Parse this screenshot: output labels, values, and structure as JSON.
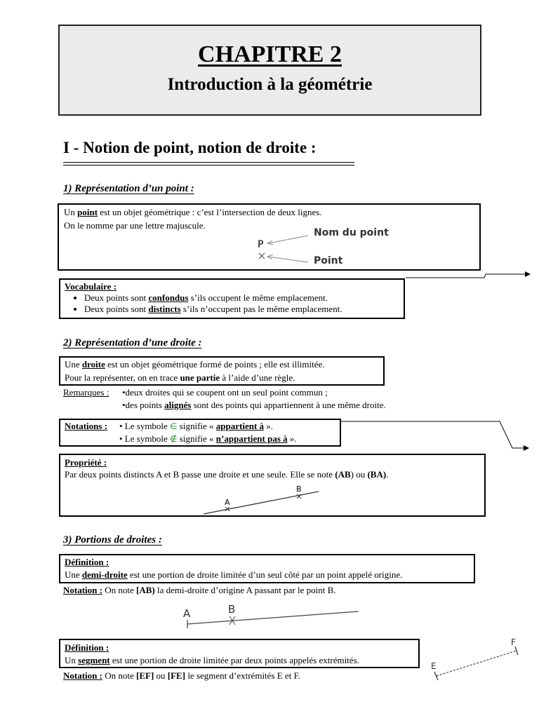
{
  "chapter": {
    "title": "CHAPITRE 2",
    "subtitle": "Introduction à la géométrie"
  },
  "section1": {
    "heading": "I - Notion de point, notion de droite :"
  },
  "sub1": {
    "heading": "1) Représentation d’un point :",
    "text1_a": "Un ",
    "text1_b": "point",
    "text1_c": " est un objet géométrique : c’est l’intersection de deux lignes.",
    "text2": "On le nomme par une lettre majuscule.",
    "fig_point_letter": "P",
    "fig_label_name": "Nom du point",
    "fig_label_point": "Point"
  },
  "vocab": {
    "title": "Vocabulaire :",
    "item1_a": "Deux points sont ",
    "item1_b": "confondus",
    "item1_c": " s’ils occupent le même emplacement.",
    "item2_a": "Deux points sont ",
    "item2_b": "distincts",
    "item2_c": " s’ils n’occupent pas le même emplacement."
  },
  "sub2": {
    "heading": "2) Représentation d’une droite :",
    "text1_a": "Une ",
    "text1_b": "droite",
    "text1_c": " est un objet géométrique formé de points ; elle est illimitée.",
    "text2_a": "Pour la représenter, on en trace ",
    "text2_b": "une partie",
    "text2_c": " à l’aide d’une règle."
  },
  "remarks": {
    "label": "Remarques :",
    "r1": "•deux droites qui se coupent ont un seul point commun ;",
    "r2_a": "•des points ",
    "r2_b": "alignés",
    "r2_c": " sont des points qui appartiennent à une même droite."
  },
  "notations": {
    "label": "Notations :",
    "n1_a": "• Le symbole ",
    "n1_sym": "∈",
    "n1_b": " signifie « ",
    "n1_c": "appartient à",
    "n1_d": " ».",
    "n2_a": "• Le symbole ",
    "n2_sym": "∉",
    "n2_b": " signifie « ",
    "n2_c": "n’appartient pas à",
    "n2_d": " »."
  },
  "property": {
    "title": "Propriété :",
    "text_a": "Par deux points distincts A et B passe une droite et une seule. Elle se note ",
    "text_b": "(AB",
    "text_c": ") ou ",
    "text_d": "(BA)",
    "text_e": ".",
    "fig_a": "A",
    "fig_b": "B"
  },
  "sub3": {
    "heading": "3) Portions de droites :"
  },
  "def1": {
    "title": "Définition :",
    "text_a": "Une ",
    "text_b": "demi-droite",
    "text_c": " est une portion de droite limitée d’un seul côté par un point appelé origine."
  },
  "notation1": {
    "label": "Notation :",
    "text_a": " On note ",
    "text_b": "[AB)",
    "text_c": " la demi-droite d’origine A passant par le point B.",
    "fig_a": "A",
    "fig_b": "B"
  },
  "def2": {
    "title": "Définition :",
    "text_a": "Un ",
    "text_b": "segment",
    "text_c": " est une portion de droite limitée par deux points appelés extrémités."
  },
  "notation2": {
    "label": "Notation :",
    "text_a": " On note ",
    "text_b": "[EF]",
    "text_c": " ou ",
    "text_d": "[FE]",
    "text_e": " le segment d’extrémités E et F.",
    "fig_e": "E",
    "fig_f": "F"
  }
}
